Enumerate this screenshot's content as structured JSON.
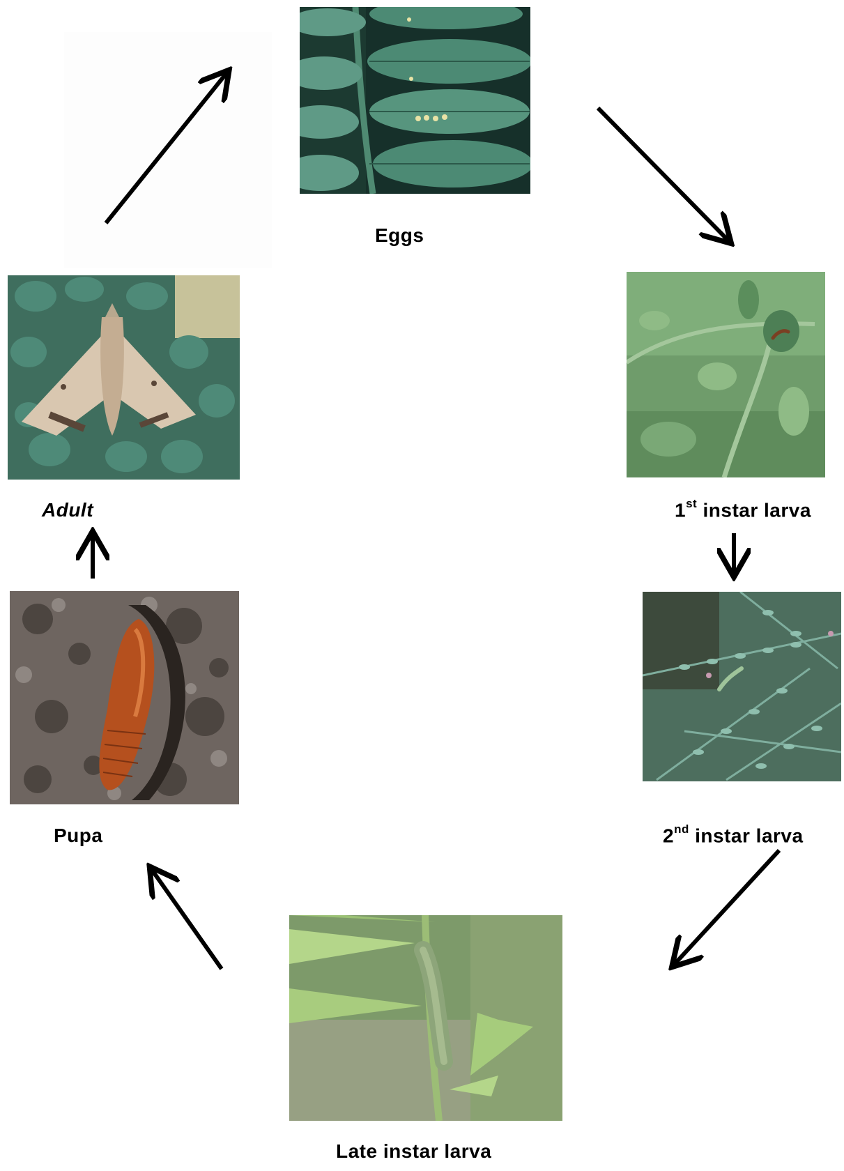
{
  "stages": {
    "eggs": {
      "label": "Eggs",
      "image": "eggs-on-chickpea-leaflets"
    },
    "first_instar": {
      "number": "1",
      "suffix": "st",
      "rest": " instar larva",
      "image": "first-instar-larva-on-chickpea"
    },
    "second_instar": {
      "number": "2",
      "suffix": "nd",
      "rest": " instar larva",
      "image": "second-instar-larva-on-foliage"
    },
    "late_instar": {
      "label": "Late instar larva",
      "image": "late-instar-caterpillar-on-stem"
    },
    "pupa": {
      "label": "Pupa",
      "image": "pupa-in-soil"
    },
    "adult": {
      "label": "Adult",
      "image": "moth-on-chickpea"
    }
  },
  "colors": {
    "arrow": "#000000",
    "leaf_dark": "#1f3d33",
    "leaf": "#3f7a66",
    "leaf_light": "#7fb5a0",
    "soil": "#5a5048",
    "pupa": "#b5501e",
    "moth": "#d9c7b0"
  }
}
